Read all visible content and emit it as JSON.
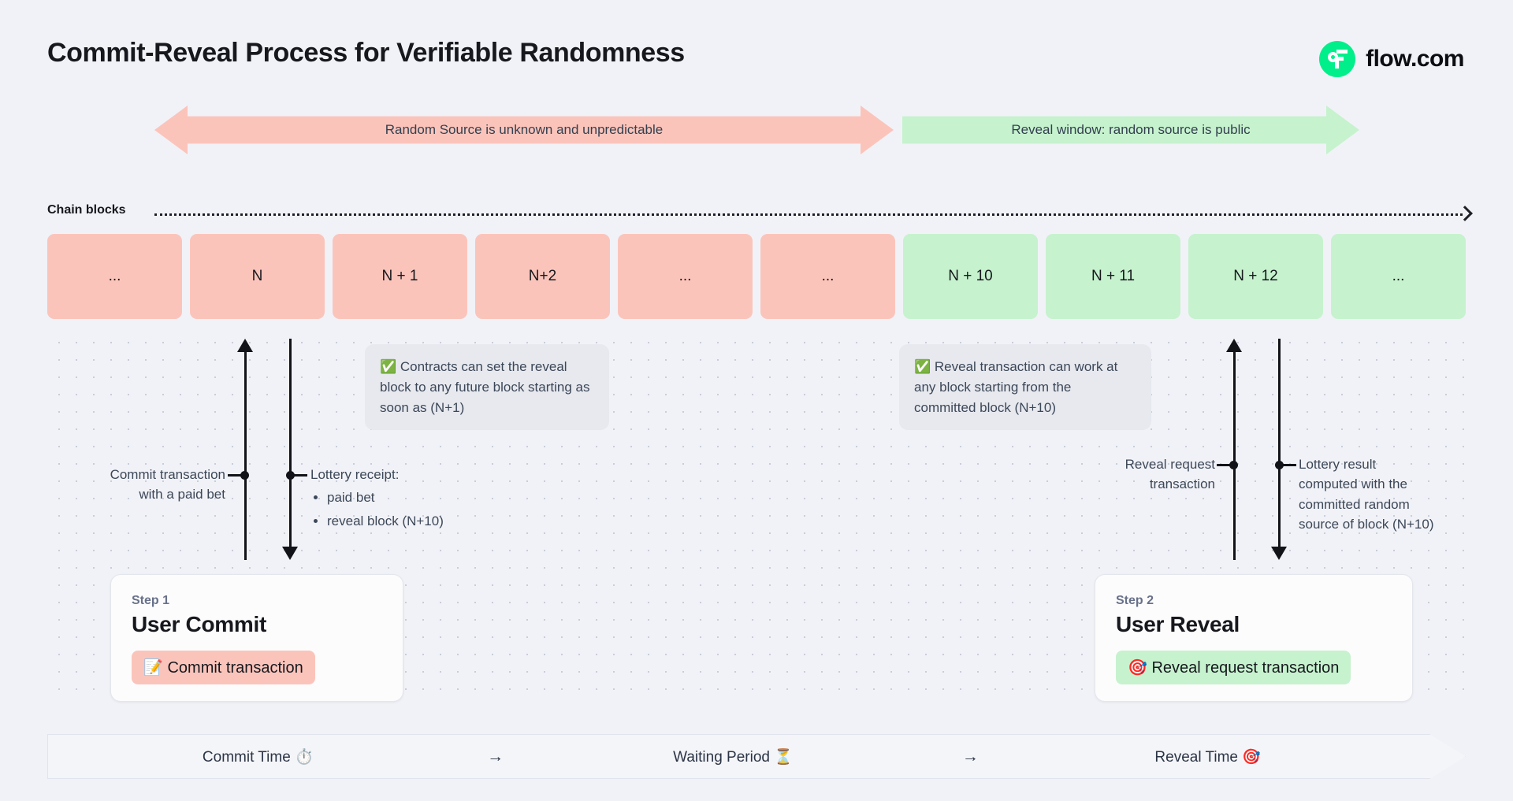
{
  "page": {
    "title": "Commit-Reveal Process for Verifiable Randomness",
    "background_color": "#f1f2f7"
  },
  "brand": {
    "name": "flow.com",
    "logo_icon": "flow-logo-icon",
    "accent_color": "#00ef8b"
  },
  "banners": [
    {
      "label": "Random Source is unknown and unpredictable",
      "color": "#fbc4bb",
      "shape": "double-arrow"
    },
    {
      "label": "Reveal window: random source is public",
      "color": "#c6f2ce",
      "shape": "right-arrow"
    }
  ],
  "chain": {
    "label": "Chain blocks",
    "line_style": "dotted",
    "end_icon": "chevron-right-icon",
    "blocks": [
      {
        "label": "...",
        "state": "unknown"
      },
      {
        "label": "N",
        "state": "unknown"
      },
      {
        "label": "N + 1",
        "state": "unknown"
      },
      {
        "label": "N+2",
        "state": "unknown"
      },
      {
        "label": "...",
        "state": "unknown"
      },
      {
        "label": "...",
        "state": "unknown"
      },
      {
        "label": "N + 10",
        "state": "revealed"
      },
      {
        "label": "N + 11",
        "state": "revealed"
      },
      {
        "label": "N + 12",
        "state": "revealed"
      },
      {
        "label": "...",
        "state": "revealed"
      }
    ],
    "colors": {
      "unknown": "#fbc4bb",
      "revealed": "#c6f2ce"
    }
  },
  "callouts": [
    {
      "icon": "check-mark-button-emoji",
      "emoji": "✅",
      "text": "Contracts can set the reveal block to any future block starting as soon as (N+1)"
    },
    {
      "icon": "check-mark-button-emoji",
      "emoji": "✅",
      "text": "Reveal transaction can work at any block starting from the committed block (N+10)"
    }
  ],
  "markers": {
    "commit": {
      "label_line1": "Commit transaction",
      "label_line2": "with a paid bet"
    },
    "receipt": {
      "title": "Lottery receipt:",
      "bullets": [
        "paid bet",
        "reveal block (N+10)"
      ]
    },
    "reveal_request": {
      "label_line1": "Reveal request",
      "label_line2": "transaction"
    },
    "lottery_result": {
      "lines": [
        "Lottery result",
        "computed with the",
        "committed random",
        "source of block (N+10)"
      ]
    }
  },
  "steps": [
    {
      "step_label": "Step 1",
      "heading": "User Commit",
      "pill_emoji": "📝",
      "pill_icon": "memo-emoji",
      "pill_label": "Commit transaction",
      "pill_color": "#fbc4bb"
    },
    {
      "step_label": "Step 2",
      "heading": "User Reveal",
      "pill_emoji": "🎯",
      "pill_icon": "direct-hit-emoji",
      "pill_label": "Reveal request transaction",
      "pill_color": "#c6f2ce"
    }
  ],
  "timeline": {
    "items": [
      {
        "label": "Commit Time ⏱️",
        "icon": "stopwatch-emoji"
      },
      {
        "label": "Waiting Period ⏳",
        "icon": "hourglass-emoji"
      },
      {
        "label": "Reveal Time 🎯",
        "icon": "direct-hit-emoji"
      }
    ],
    "separator": "→"
  }
}
